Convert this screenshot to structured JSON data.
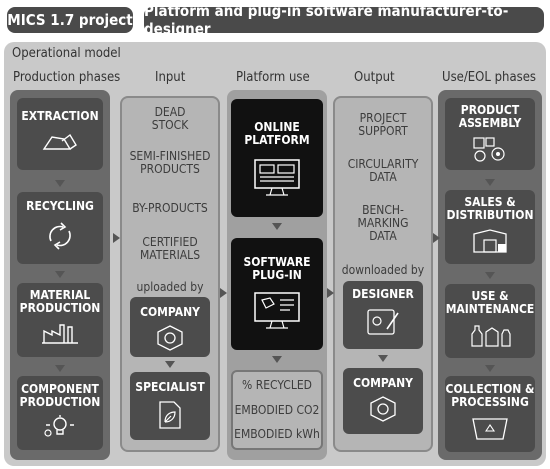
{
  "header": {
    "project": "MICS 1.7 project",
    "title": "Platform and plug-in software manufacturer-to-designer"
  },
  "model_label": "Operational model",
  "columns": {
    "phases": {
      "title": "Production phases",
      "items": [
        "EXTRACTION",
        "RECYCLING",
        "MATERIAL\nPRODUCTION",
        "COMPONENT\nPRODUCTION"
      ]
    },
    "input": {
      "title": "Input",
      "items": [
        "DEAD\nSTOCK",
        "SEMI-FINISHED\nPRODUCTS",
        "BY-PRODUCTS",
        "CERTIFIED\nMATERIALS"
      ],
      "uploaded": "uploaded by",
      "cards": [
        "COMPANY",
        "SPECIALIST"
      ]
    },
    "platform": {
      "title": "Platform use",
      "cards": [
        "ONLINE\nPLATFORM",
        "SOFTWARE\nPLUG-IN"
      ],
      "metrics": [
        "% RECYCLED",
        "EMBODIED CO2",
        "EMBODIED kWh"
      ]
    },
    "output": {
      "title": "Output",
      "items": [
        "PROJECT\nSUPPORT",
        "CIRCULARITY\nDATA",
        "BENCH-\nMARKING\nDATA"
      ],
      "downloaded": "downloaded by",
      "cards": [
        "DESIGNER",
        "COMPANY"
      ]
    },
    "use": {
      "title": "Use/EOL phases",
      "items": [
        "PRODUCT\nASSEMBLY",
        "SALES &\nDISTRIBUTION",
        "USE &\nMAINTENANCE",
        "COLLECTION &\nPROCESSING"
      ]
    }
  },
  "icons": [
    "rocks-icon",
    "recycle-icon",
    "factory-icon",
    "lightbulb-gear-icon",
    "gear-hexagon-icon",
    "leaf-document-icon",
    "monitor-icon",
    "monitor-plugin-icon",
    "designer-tablet-icon",
    "parts-assembly-icon",
    "truck-icon",
    "bottles-icon",
    "recycling-bin-icon"
  ],
  "colors": {
    "chip": "#4a4a4a",
    "outer": "#c9c9c9",
    "dark_card": "#4c4c4c",
    "black_card": "#111111"
  }
}
